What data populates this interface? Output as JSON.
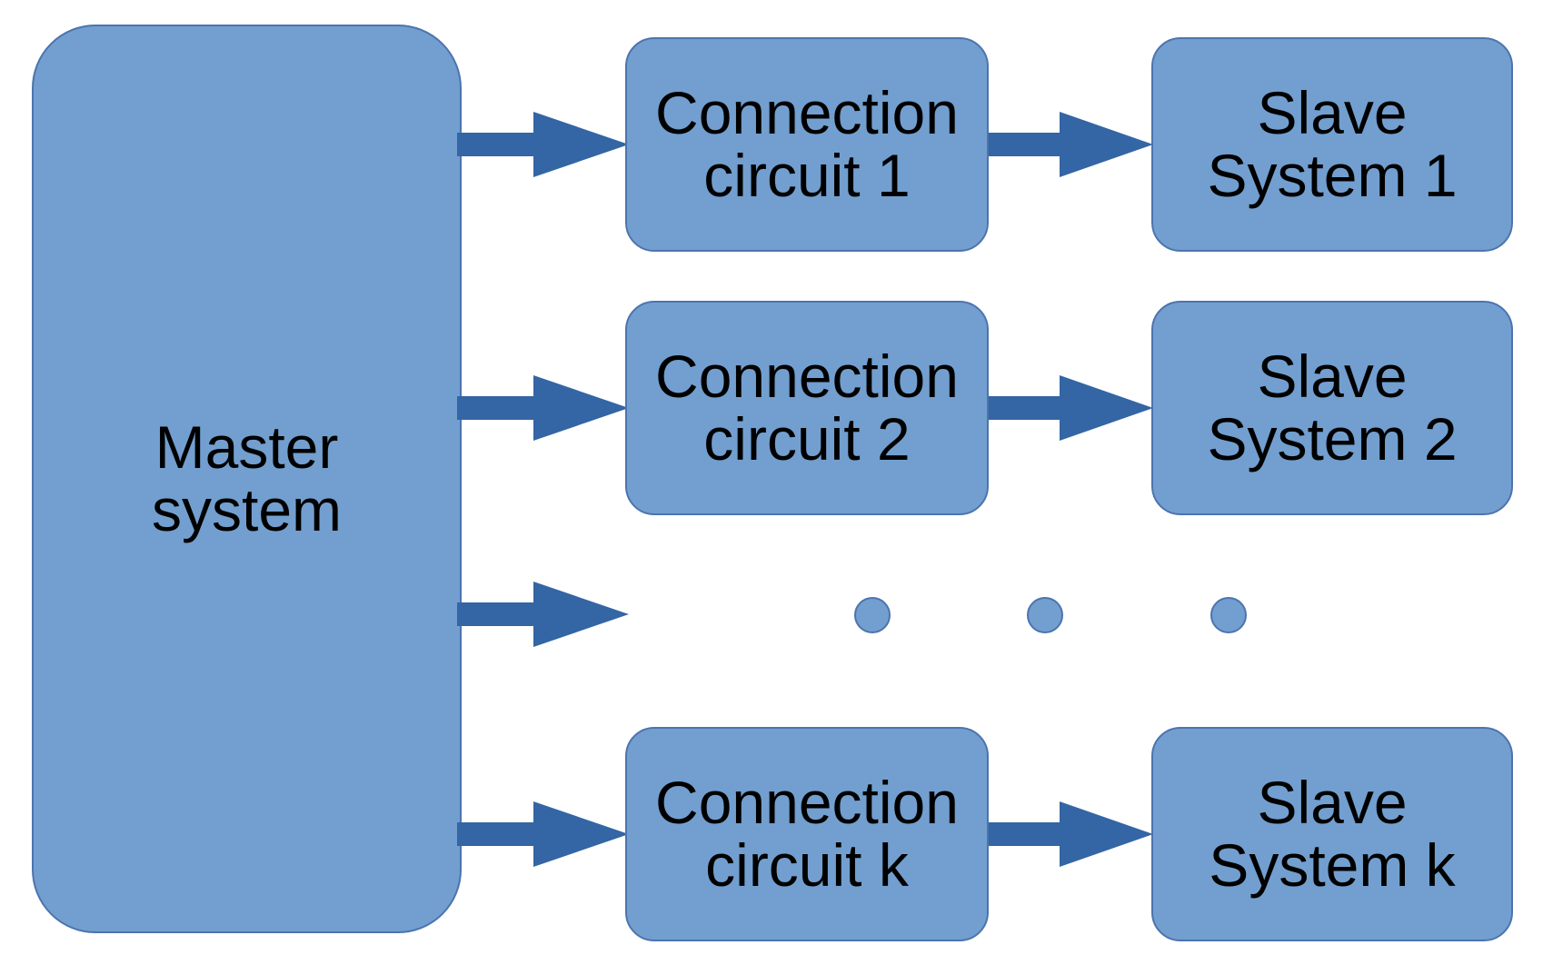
{
  "diagram": {
    "type": "block-diagram",
    "colors": {
      "background": "#ffffff",
      "node_fill": "#729fcf",
      "node_border": "#4c74ae",
      "arrow": "#3465a4",
      "text": "#000000"
    },
    "master": {
      "line1": "Master",
      "line2": "system"
    },
    "rows": [
      {
        "connection": {
          "line1": "Connection",
          "line2": "circuit 1"
        },
        "slave": {
          "line1": "Slave",
          "line2": "System 1"
        }
      },
      {
        "connection": {
          "line1": "Connection",
          "line2": "circuit 2"
        },
        "slave": {
          "line1": "Slave",
          "line2": "System 2"
        }
      },
      {
        "connection": {
          "line1": "Connection",
          "line2": "circuit k"
        },
        "slave": {
          "line1": "Slave",
          "line2": "System k"
        }
      }
    ],
    "ellipsis": {
      "dot_count": 3
    }
  }
}
